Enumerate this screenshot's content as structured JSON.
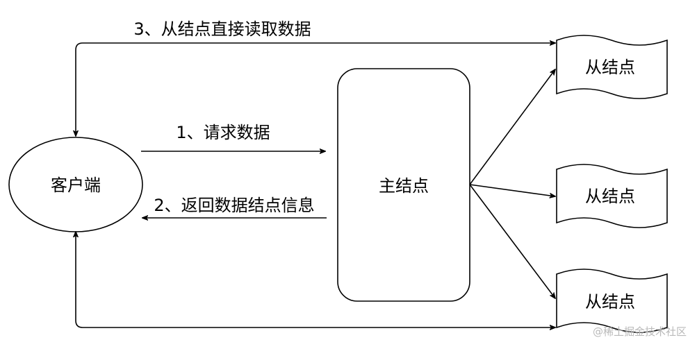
{
  "nodes": {
    "client": "客户端",
    "master": "主结点",
    "slave_top": "从结点",
    "slave_middle": "从结点",
    "slave_bottom": "从结点"
  },
  "edges": {
    "request": "1、请求数据",
    "response": "2、返回数据结点信息",
    "direct_read": "3、从结点直接读取数据"
  },
  "watermark": "@稀土掘金技术社区"
}
